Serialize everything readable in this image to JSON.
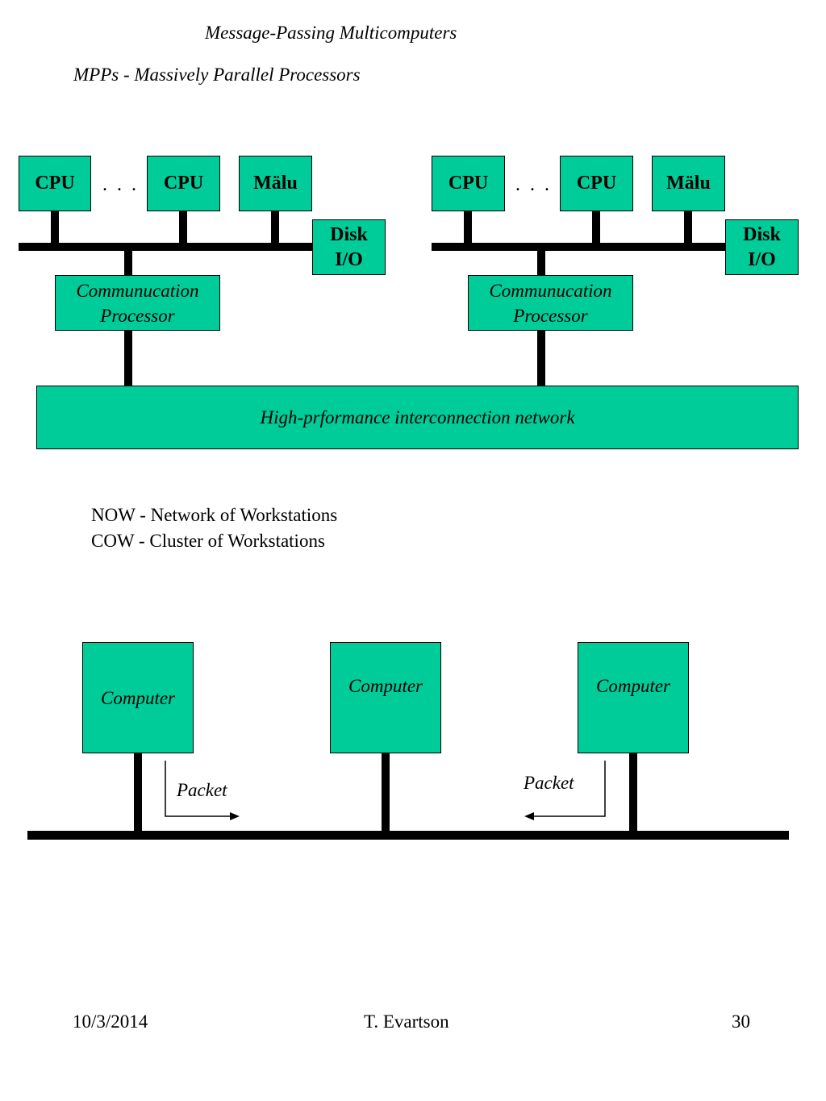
{
  "slide": {
    "title": "Message-Passing Multicomputers",
    "subtitle": "MPPs - Massively Parallel Processors"
  },
  "mpp": {
    "nodes": [
      {
        "cpu1": "CPU",
        "ellipsis": ". . .",
        "cpu2": "CPU",
        "memory": "Mälu",
        "disk_line1": "Disk",
        "disk_line2": "I/O",
        "comm_line1": "Communucation",
        "comm_line2": "Processor"
      },
      {
        "cpu1": "CPU",
        "ellipsis": ". . .",
        "cpu2": "CPU",
        "memory": "Mälu",
        "disk_line1": "Disk",
        "disk_line2": "I/O",
        "comm_line1": "Communucation",
        "comm_line2": "Processor"
      }
    ],
    "network_label": "High-prformance interconnection network"
  },
  "now_cow": {
    "line1": "NOW - Network of Workstations",
    "line2": "COW - Cluster of Workstations",
    "computers": [
      "Computer",
      "Computer",
      "Computer"
    ],
    "packet_left": "Packet",
    "packet_right": "Packet"
  },
  "footer": {
    "date": "10/3/2014",
    "author": "T. Evartson",
    "page": "30"
  },
  "colors": {
    "box_fill": "#00CC99",
    "line": "#000000",
    "background": "#FFFFFF"
  }
}
